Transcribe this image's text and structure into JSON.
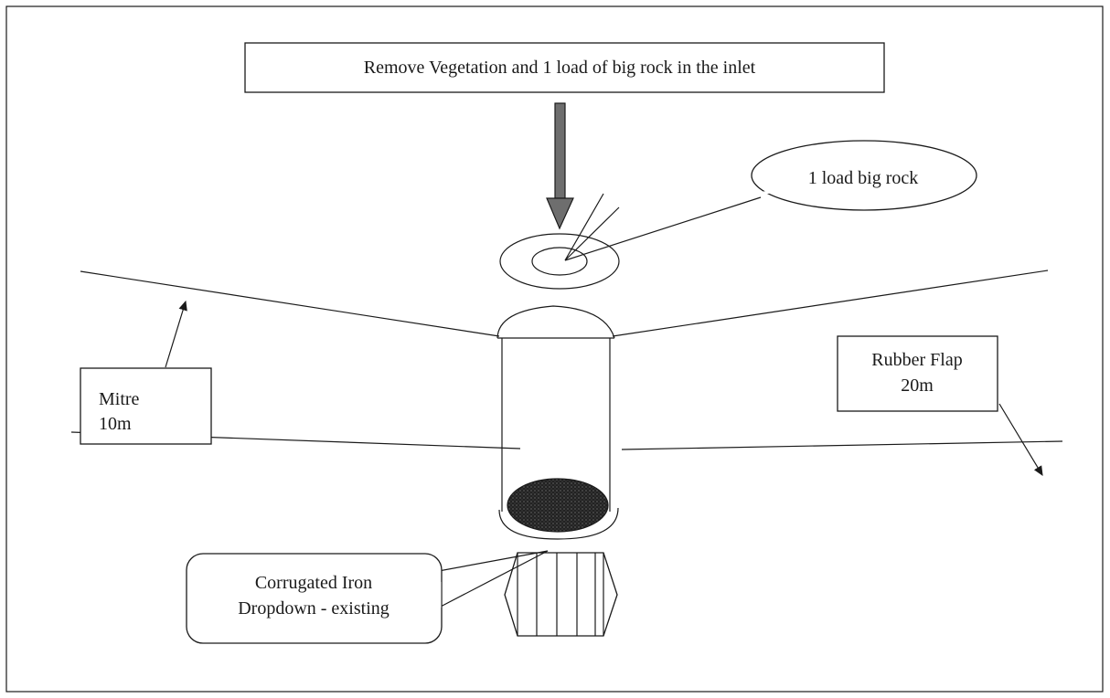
{
  "diagram": {
    "title_box": {
      "text": "Remove Vegetation and 1 load of big rock in the inlet"
    },
    "callout_rock": {
      "text": "1 load big rock"
    },
    "mitre_label": {
      "line1": "Mitre",
      "line2": "10m"
    },
    "rubber_flap_label": {
      "line1": "Rubber Flap",
      "line2": "20m"
    },
    "dropdown_callout": {
      "line1": "Corrugated Iron",
      "line2": "Dropdown - existing"
    }
  },
  "colors": {
    "ink": "#1a1a1a",
    "arrow_fill": "#6e6e6e",
    "outlet_fill": "#222222",
    "background": "#ffffff"
  }
}
